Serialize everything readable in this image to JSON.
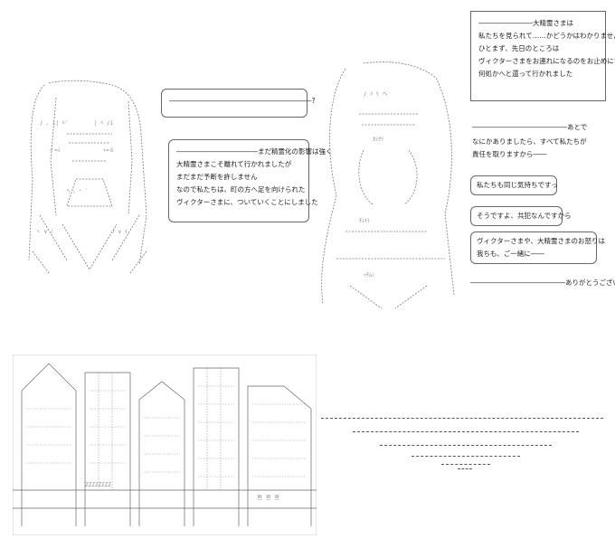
{
  "bubble_top_left": {
    "line": "―――――――――――――――――――――?"
  },
  "bubble_mid_left": {
    "lines": [
      "――――――――――――まだ精霊化の影響は強く",
      "大精霊さまこそ離れて行かれましたが",
      "まだまだ予断を許しません",
      "",
      "なので私たちは、町の方へ足を向けられた",
      "ヴィクターさまに、ついていくことにしました"
    ]
  },
  "top_right_box": {
    "lines": [
      "――――――――大精霊さまは",
      "私たちを見られて……かどうかはわかりませんが",
      "",
      "ひとまず、先日のところは",
      "ヴィクターさまをお連れになるのをお止めになり",
      "",
      "何処かへと還って行かれました"
    ]
  },
  "right_texts": {
    "line1": "――――――――――――――あとで",
    "line2": "なにかありましたら、すべて私たちが",
    "line3": "責任を取りますから――",
    "b1": "私たちも同じ気持ちですっ",
    "b2": "そうですよ、共犯なんですから",
    "b3_line1": "ヴィクターさまや、大精霊さまのお怒りは",
    "b3_line2": "我ちも、ご一緒に――",
    "final": "――――――――――――――ありがとうございます"
  }
}
